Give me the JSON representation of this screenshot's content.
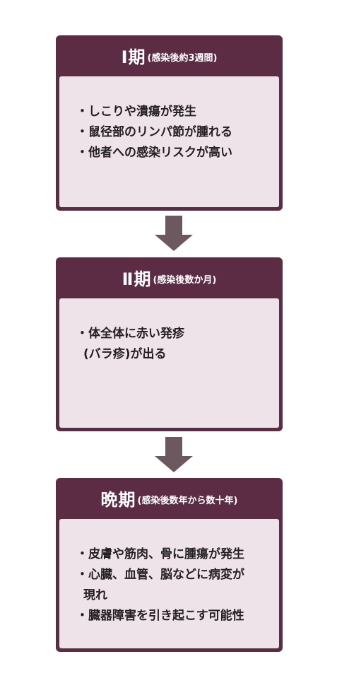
{
  "stages": [
    {
      "title": "Ⅰ期",
      "subtitle": "(感染後約3週間)",
      "items": [
        "・しこりや潰瘍が発生",
        "・鼠径部のリンパ節が腫れる",
        "・他者への感染リスクが高い"
      ]
    },
    {
      "title": "Ⅱ期",
      "subtitle": "(感染後数か月)",
      "items": [
        "・体全体に赤い発疹"
      ],
      "item_continuation": "(バラ疹)が出る"
    },
    {
      "title": "晩期",
      "subtitle": "(感染後数年から数十年)",
      "items": [
        "・皮膚や筋肉、骨に腫瘍が発生",
        "・心臓、血管、脳などに病変が",
        "・臓器障害を引き起こす可能性"
      ],
      "item_continuation": "現れ"
    }
  ],
  "colors": {
    "header_bg": "#5b2c44",
    "body_bg": "#efe3ea",
    "arrow": "#6e5860",
    "text": "#231f20"
  },
  "icons": [
    "arrow-down-icon",
    "arrow-down-icon"
  ]
}
